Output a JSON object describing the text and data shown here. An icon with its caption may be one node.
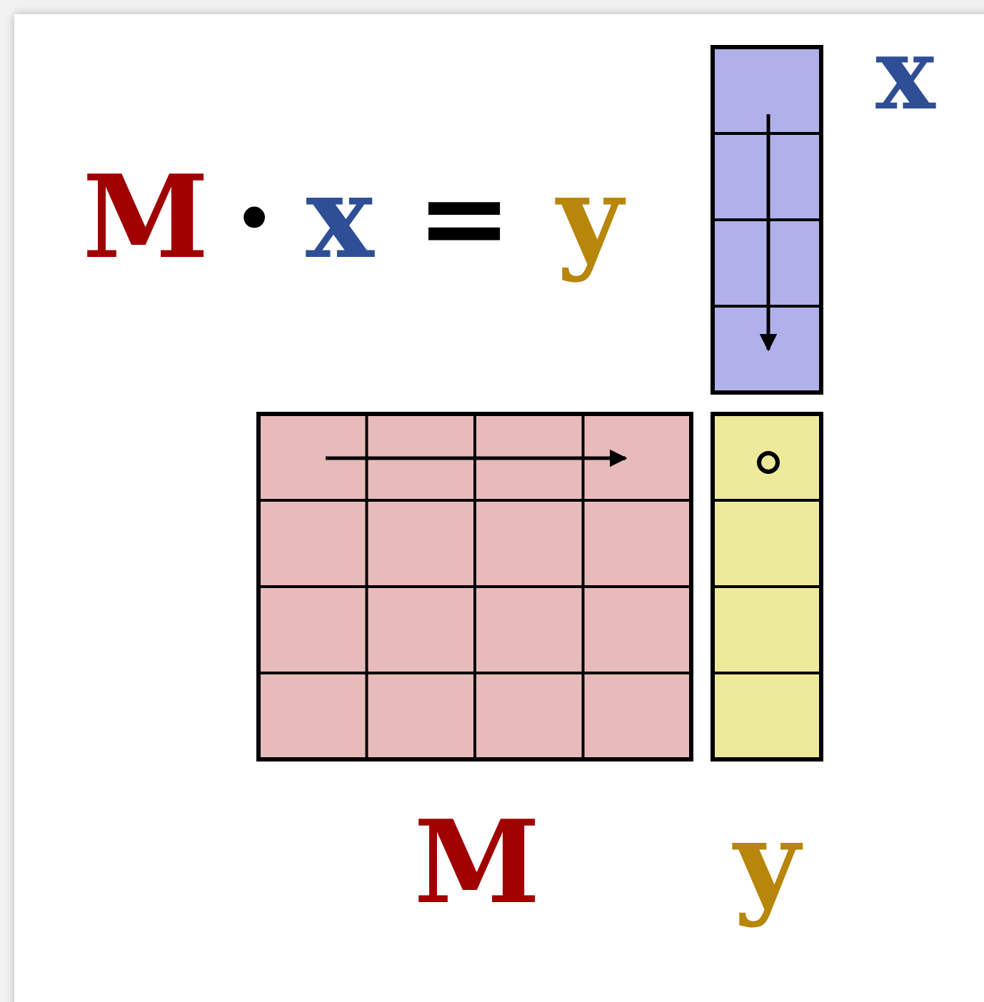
{
  "diagram": {
    "labels": [
      "M",
      "·",
      "x",
      "=",
      "y",
      "x",
      "M",
      "y"
    ]
  }
}
